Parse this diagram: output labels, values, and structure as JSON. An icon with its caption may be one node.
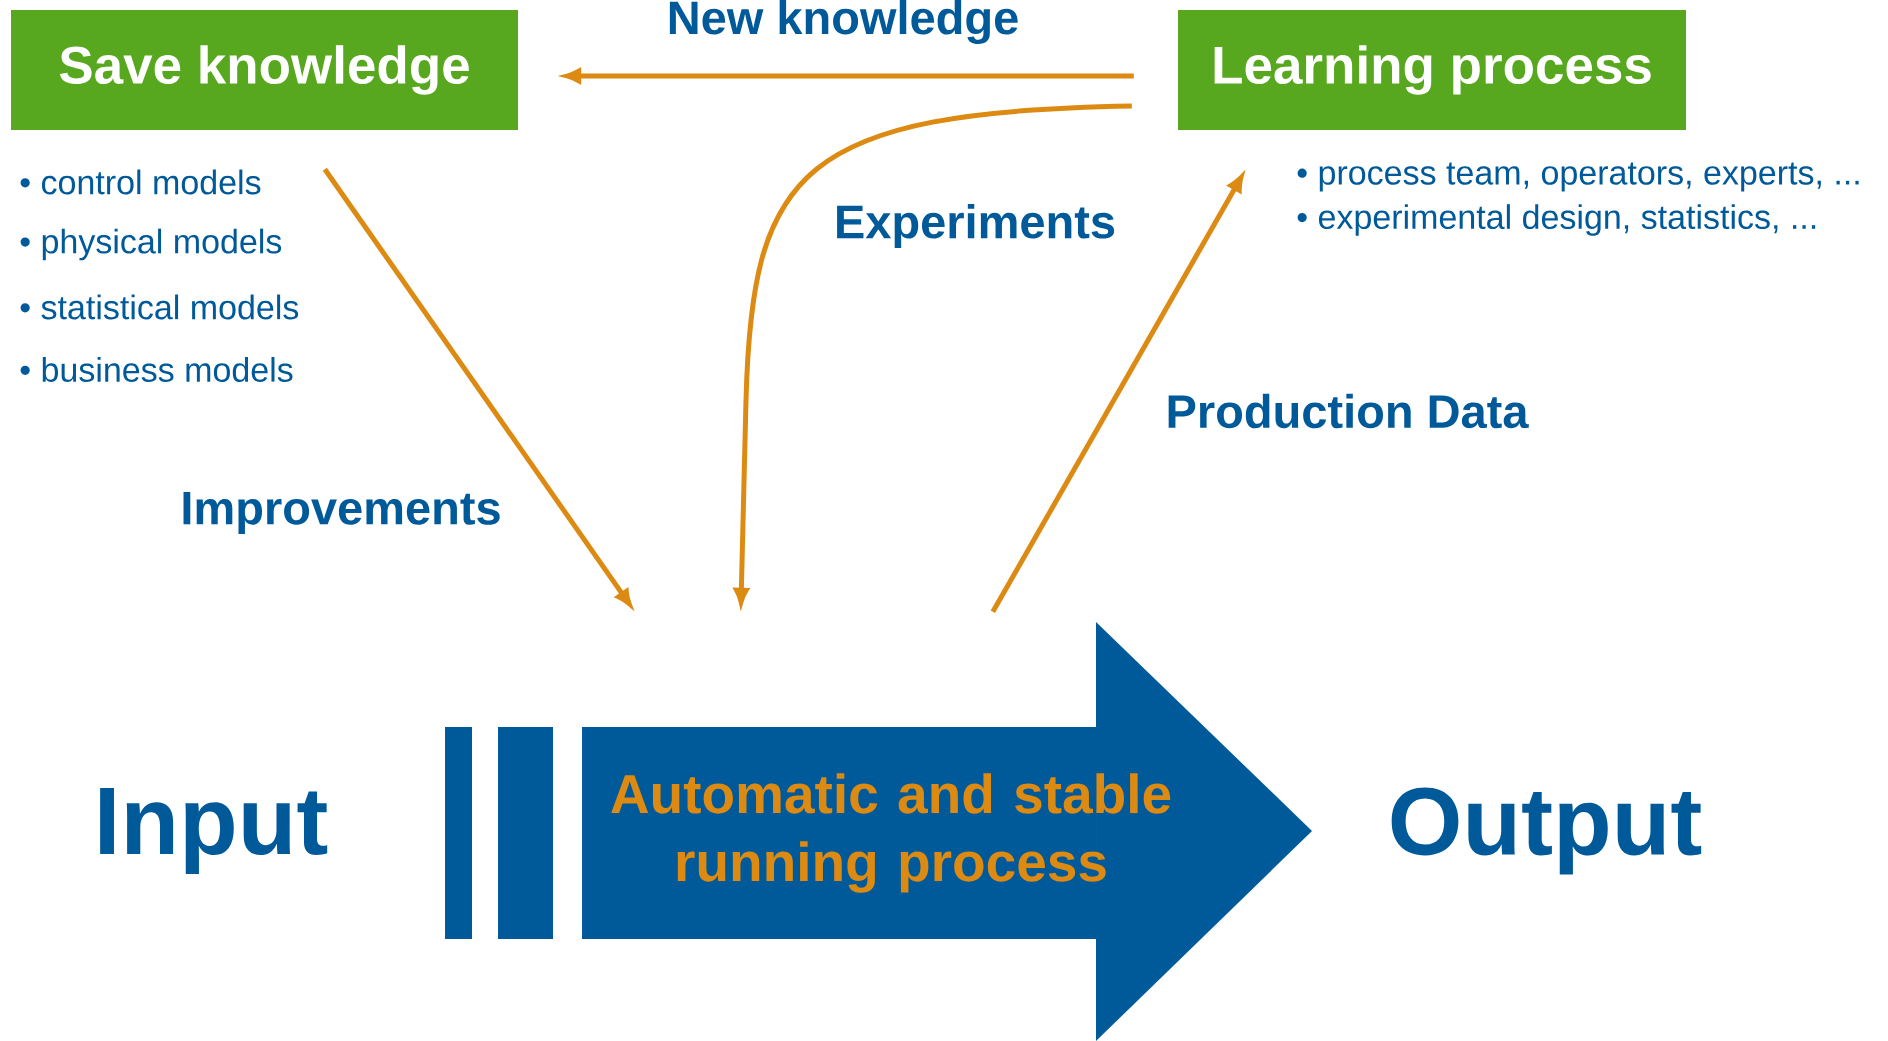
{
  "diagram": {
    "nodes": [
      {
        "text": [
          "Save knowledge"
        ],
        "beside": [
          "• control models",
          "• physical models",
          "• statistical models",
          "• business models"
        ]
      },
      {
        "text": [
          "Learning process"
        ],
        "beside": [
          "• process team, operators, experts, ...",
          "• experimental design, statistics, ..."
        ]
      },
      {
        "text": [
          "Automatic and stable running process"
        ]
      }
    ],
    "edges": [
      {
        "from": 1,
        "to": 0,
        "arrow": "to",
        "label": "New knowledge"
      },
      {
        "from": 1,
        "to": 2,
        "arrow": "to",
        "label": "Experiments"
      },
      {
        "from": 0,
        "to": 2,
        "arrow": "to",
        "label": "Improvements"
      },
      {
        "from": 2,
        "to": 1,
        "arrow": "to",
        "label": "Production Data"
      }
    ],
    "labels": [
      "Input",
      "Output"
    ]
  }
}
